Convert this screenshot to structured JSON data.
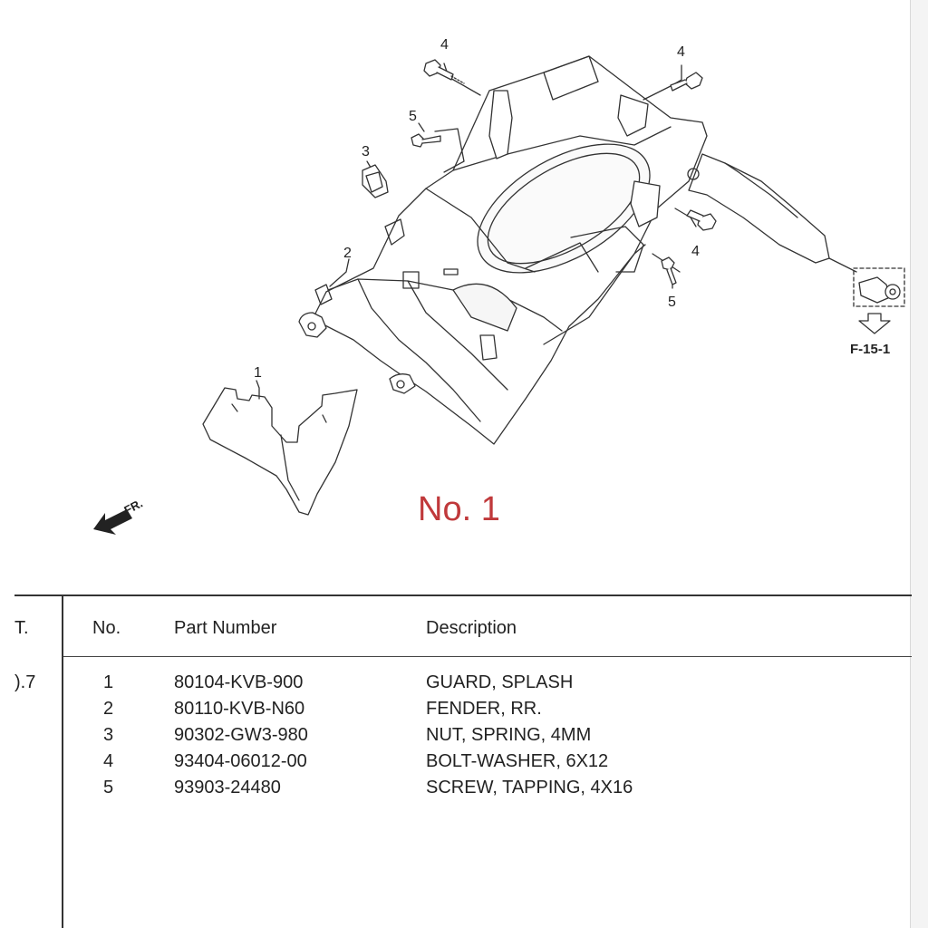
{
  "diagram": {
    "title": "No. 1",
    "front_label": "FR.",
    "reference": "F-15-1",
    "callouts": [
      "1",
      "2",
      "3",
      "4",
      "4",
      "4",
      "5",
      "5"
    ],
    "accent_color": "#c0393b",
    "icons": [
      "front-arrow-icon",
      "reference-arrow-icon",
      "bolt-washer-icon",
      "tapping-screw-icon",
      "spring-nut-icon"
    ]
  },
  "table": {
    "headers": {
      "cut": "T.",
      "no": "No.",
      "part_number": "Part Number",
      "description": "Description"
    },
    "cut_value": ").7",
    "rows": [
      {
        "no": "1",
        "part_number": "80104-KVB-900",
        "description": "GUARD, SPLASH"
      },
      {
        "no": "2",
        "part_number": "80110-KVB-N60",
        "description": "FENDER, RR."
      },
      {
        "no": "3",
        "part_number": "90302-GW3-980",
        "description": "NUT, SPRING, 4MM"
      },
      {
        "no": "4",
        "part_number": "93404-06012-00",
        "description": "BOLT-WASHER, 6X12"
      },
      {
        "no": "5",
        "part_number": "93903-24480",
        "description": "SCREW, TAPPING, 4X16"
      }
    ]
  }
}
